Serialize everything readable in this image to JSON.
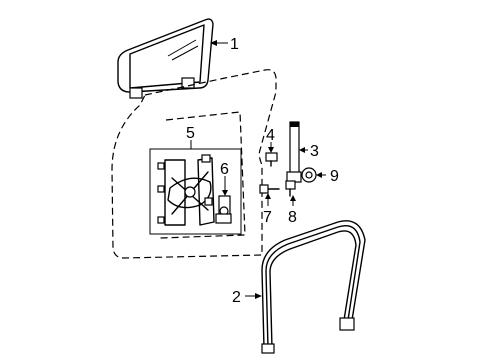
{
  "callouts": [
    {
      "id": "1",
      "label": "1",
      "part": "door-glass"
    },
    {
      "id": "2",
      "label": "2",
      "part": "glass-run-channel"
    },
    {
      "id": "3",
      "label": "3",
      "part": "glass-guide-channel"
    },
    {
      "id": "4",
      "label": "4",
      "part": "bolt"
    },
    {
      "id": "5",
      "label": "5",
      "part": "window-regulator-assembly"
    },
    {
      "id": "6",
      "label": "6",
      "part": "regulator-motor"
    },
    {
      "id": "7",
      "label": "7",
      "part": "screw"
    },
    {
      "id": "8",
      "label": "8",
      "part": "bolt"
    },
    {
      "id": "9",
      "label": "9",
      "part": "nut"
    }
  ]
}
